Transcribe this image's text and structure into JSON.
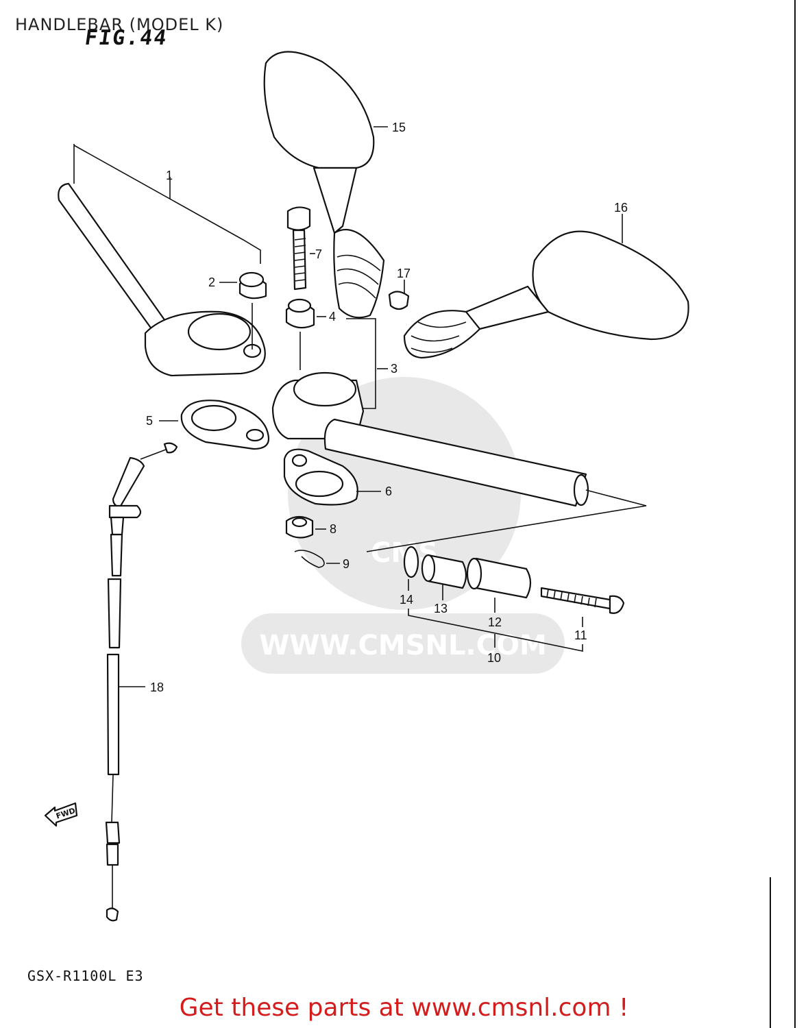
{
  "header": {
    "title": "HANDLEBAR (MODEL K)"
  },
  "figure": {
    "label": "FIG.44"
  },
  "model_code": "GSX-R1100L E3",
  "watermark": {
    "text": "WWW.CMSNL.COM",
    "logo": "CMS"
  },
  "fwd_arrow": {
    "label": "FWD"
  },
  "footer": {
    "cta": "Get these parts at www.cmsnl.com !",
    "color": "#d41c1c"
  },
  "callouts": {
    "c1": "1",
    "c2": "2",
    "c3": "3",
    "c4": "4",
    "c5": "5",
    "c6": "6",
    "c7": "7",
    "c8": "8",
    "c9": "9",
    "c10": "10",
    "c11": "11",
    "c12": "12",
    "c13": "13",
    "c14": "14",
    "c15": "15",
    "c16": "16",
    "c17": "17",
    "c18": "18"
  }
}
